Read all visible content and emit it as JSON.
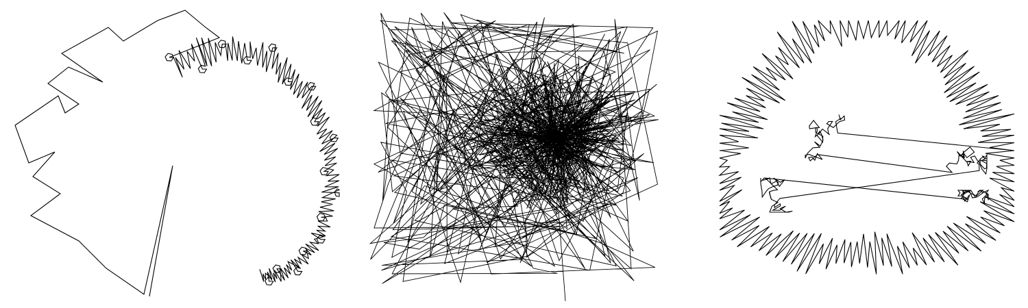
{
  "figure": {
    "background_color": "#ffffff",
    "stroke_color": "#000000",
    "panels": [
      {
        "id": "left",
        "description_kind": "arc-spiral-path",
        "seed": 11,
        "segments": 150
      },
      {
        "id": "middle",
        "description_kind": "dense-tangle-path",
        "seed": 23,
        "segments": 700
      },
      {
        "id": "right",
        "description_kind": "fractal-loop-path",
        "seed": 37,
        "segments": 420
      }
    ]
  }
}
